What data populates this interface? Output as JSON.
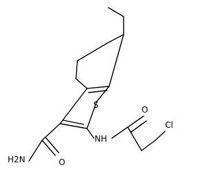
{
  "labels": {
    "sulfur": "S",
    "amide_nitrogen": "NH",
    "amine_group": "H2N",
    "carboxamide_oxygen": "O",
    "acyl_oxygen": "O",
    "chlorine": "Cl"
  },
  "colors": {
    "bond": "#000000",
    "label": "#000000",
    "background": "#ffffff"
  }
}
